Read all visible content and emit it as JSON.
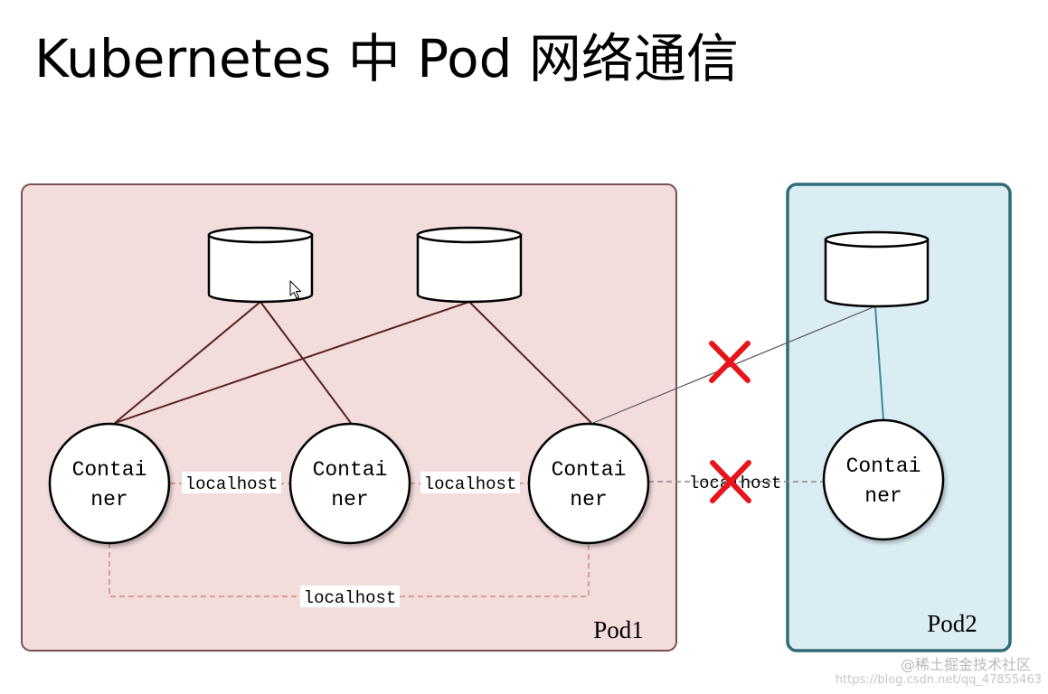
{
  "title": "Kubernetes 中 Pod 网络通信",
  "pods": {
    "pod1": {
      "label": "Pod1",
      "fill": "#f2dcdc",
      "stroke": "#7d4f4f"
    },
    "pod2": {
      "label": "Pod2",
      "fill": "#daedf3",
      "stroke": "#2f6c78"
    }
  },
  "containers": [
    {
      "line1": "Contai",
      "line2": "ner"
    },
    {
      "line1": "Contai",
      "line2": "ner"
    },
    {
      "line1": "Contai",
      "line2": "ner"
    },
    {
      "line1": "Contai",
      "line2": "ner"
    }
  ],
  "localhost_links": [
    {
      "label": "localhost",
      "blocked": false
    },
    {
      "label": "localhost",
      "blocked": false
    },
    {
      "label": "localhost",
      "blocked": false
    },
    {
      "label": "localhost",
      "blocked": true
    }
  ],
  "cross_pod_volume_link": {
    "blocked": true
  },
  "icons": {
    "volume": "cylinder-icon",
    "blocked": "cross-mark-icon",
    "cursor": "mouse-pointer-icon"
  },
  "colors": {
    "volume_link": "#5b1f1f",
    "cross_pod_link": "#555555",
    "pod2_link": "#3b8c9b",
    "localhost_dash": "#d48a7c",
    "cross_pod_dash": "#8a8a8a",
    "blocked_mark": "#e8141b"
  },
  "watermark": {
    "brand": "@稀土掘金技术社区",
    "url": "https://blog.csdn.net/qq_47855463"
  }
}
